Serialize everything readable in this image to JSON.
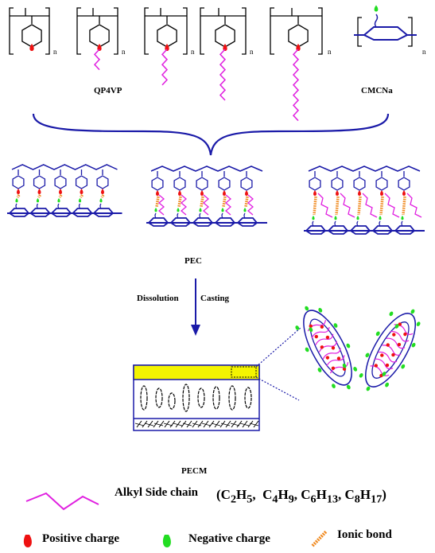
{
  "labels": {
    "qp4vp": "QP4VP",
    "cmcna": "CMCNa",
    "pec": "PEC",
    "dissolution": "Dissolution",
    "casting": "Casting",
    "pecm": "PECM",
    "alkyl_side_chain": "Alkyl Side chain",
    "positive_charge": "Positive charge",
    "negative_charge": "Negative charge",
    "ionic_bond": "Ionic bond",
    "subscript_n": "n"
  },
  "alkyl_chains": [
    {
      "c": "C",
      "n": "2",
      "h": "H",
      "m": "5"
    },
    {
      "c": "C",
      "n": "4",
      "h": "H",
      "m": "9"
    },
    {
      "c": "C",
      "n": "6",
      "h": "H",
      "m": "13"
    },
    {
      "c": "C",
      "n": "8",
      "h": "H",
      "m": "17"
    }
  ],
  "colors": {
    "backbone": "#1a1aa8",
    "black": "#000000",
    "alkyl": "#e020e0",
    "positive": "#ee1111",
    "negative": "#22dd22",
    "ionic_bond": "#f08a20",
    "film_top": "#f4f400",
    "arrow": "#1a1aa8"
  },
  "icons": [
    "positive-charge-icon",
    "negative-charge-icon",
    "ionic-bond-icon",
    "alkyl-chain-icon",
    "down-arrow-icon",
    "curly-brace-icon"
  ]
}
